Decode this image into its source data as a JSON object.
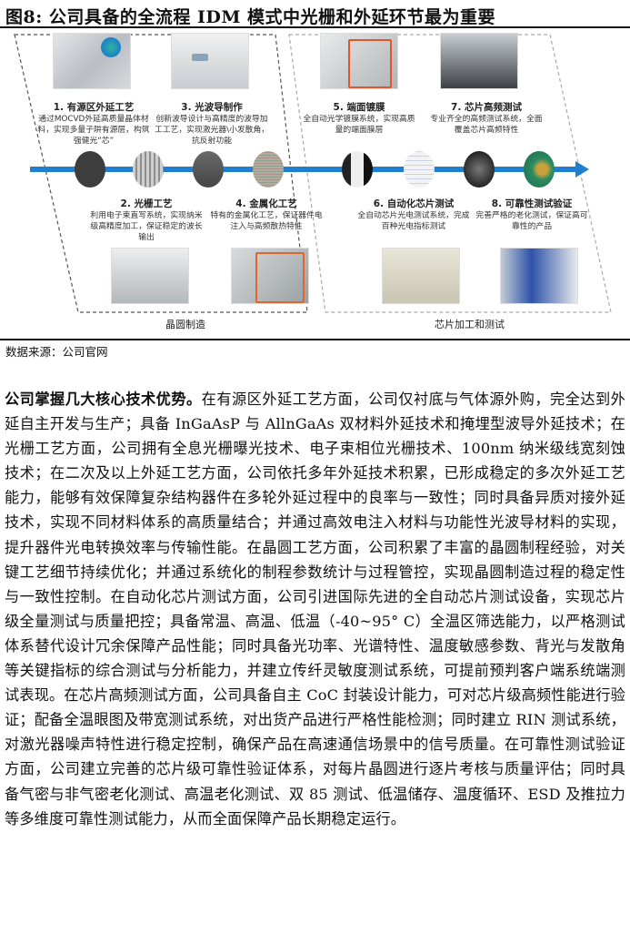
{
  "figure": {
    "title": "图8:  公司具备的全流程 IDM 模式中光栅和外延环节最为重要",
    "zones": [
      {
        "label": "晶圆制造"
      },
      {
        "label": "芯片加工和测试"
      }
    ],
    "steps": [
      {
        "title": "1. 有源区外延工艺",
        "desc": "通过MOCVD外延高质量晶体材料，实现多量子阱有源层，构筑强健光“芯”"
      },
      {
        "title": "2. 光栅工艺",
        "desc": "利用电子束直写系统，实现纳米级高精度加工，保证稳定的波长输出"
      },
      {
        "title": "3. 光波导制作",
        "desc": "创新波导设计与高精度的波导加工工艺，实现激光器\\小发散角，抗反射功能"
      },
      {
        "title": "4. 金属化工艺",
        "desc": "特有的金属化工艺，保证器件电注入与高频散热特性"
      },
      {
        "title": "5. 端面镀膜",
        "desc": "全自动光学镀膜系统，实现高质量的端面膜层"
      },
      {
        "title": "6. 自动化芯片测试",
        "desc": "全自动芯片光电测试系统，完成百种光电指标测试"
      },
      {
        "title": "7. 芯片高频测试",
        "desc": "专业齐全的高频测试系统，全面覆盖芯片高频特性"
      },
      {
        "title": "8. 可靠性测试验证",
        "desc": "完善严格的老化测试，保证高可靠性的产品"
      }
    ],
    "accent_color": "#1f7fd0"
  },
  "source": "数据来源：公司官网",
  "body": {
    "lead": "公司掌握几大核心技术优势。",
    "text": "在有源区外延工艺方面，公司仅衬底与气体源外购，完全达到外延自主开发与生产；具备 InGaAsP 与 AllnGaAs 双材料外延技术和掩埋型波导外延技术；在光栅工艺方面，公司拥有全息光栅曝光技术、电子束相位光栅技术、100nm 纳米级线宽刻蚀技术；在二次及以上外延工艺方面，公司依托多年外延技术积累，已形成稳定的多次外延工艺能力，能够有效保障复杂结构器件在多轮外延过程中的良率与一致性；同时具备异质对接外延技术，实现不同材料体系的高质量结合；并通过高效电注入材料与功能性光波导材料的实现，提升器件光电转换效率与传输性能。在晶圆工艺方面，公司积累了丰富的晶圆制程经验，对关键工艺细节持续优化；并通过系统化的制程参数统计与过程管控，实现晶圆制造过程的稳定性与一致性控制。在自动化芯片测试方面，公司引进国际先进的全自动芯片测试设备，实现芯片级全量测试与质量把控；具备常温、高温、低温（-40~95° C）全温区筛选能力，以严格测试体系替代设计冗余保障产品性能；同时具备光功率、光谱特性、温度敏感参数、背光与发散角等关键指标的综合测试与分析能力，并建立传纤灵敏度测试系统，可提前预判客户端系统端测试表现。在芯片高频测试方面，公司具备自主 CoC 封装设计能力，可对芯片级高频性能进行验证；配备全温眼图及带宽测试系统，对出货产品进行严格性能检测；同时建立 RIN 测试系统，对激光器噪声特性进行稳定控制，确保产品在高速通信场景中的信号质量。在可靠性测试验证方面，公司建立完善的芯片级可靠性验证体系，对每片晶圆进行逐片考核与质量评估；同时具备气密与非气密老化测试、高温老化测试、双 85 测试、低温储存、温度循环、ESD 及推拉力等多维度可靠性测试能力，从而全面保障产品长期稳定运行。"
  }
}
